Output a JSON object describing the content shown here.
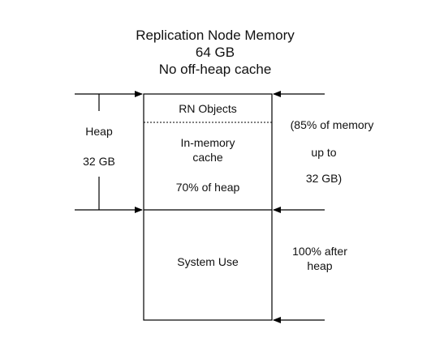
{
  "title": {
    "line1": "Replication Node Memory",
    "line2": "64 GB",
    "line3": "No off-heap cache"
  },
  "left": {
    "heap_label": "Heap",
    "heap_size": "32 GB"
  },
  "box": {
    "rn_objects": "RN Objects",
    "cache_line1": "In-memory",
    "cache_line2": "cache",
    "cache_pct": "70% of heap",
    "system_use": "System Use"
  },
  "right": {
    "pct_line1": "(85% of memory",
    "pct_line2": "up to",
    "pct_line3": "32 GB)",
    "after_line1": "100% after",
    "after_line2": "heap"
  }
}
